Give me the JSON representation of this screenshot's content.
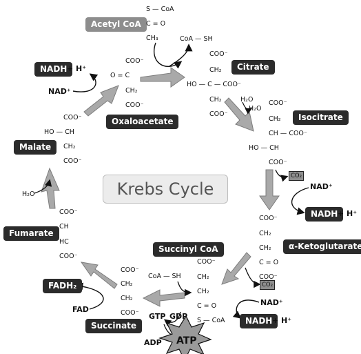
{
  "title": "Krebs Cycle",
  "compounds": {
    "acetyl_coa": "Acetyl CoA",
    "citrate": "Citrate",
    "isocitrate": "Isocitrate",
    "akg": "α-Ketoglutarate",
    "succinyl_coa": "Succinyl CoA",
    "succinate": "Succinate",
    "fumarate": "Fumarate",
    "malate": "Malate",
    "oxaloacetate": "Oxaloacetate"
  },
  "cofactors": {
    "nadh": "NADH",
    "h_plus": "+ H⁺",
    "nad": "NAD⁺",
    "fadh2": "FADH₂",
    "fad": "FAD",
    "gtp": "GTP",
    "gdp": "GDP",
    "adp": "ADP",
    "atp": "ATP",
    "co2": "CO₂",
    "h2o": "H₂O",
    "coa_sh": "CoA — SH"
  },
  "structures": {
    "acetyl": [
      "S — CoA",
      "C = O",
      "CH₃"
    ],
    "citrate": [
      "COO⁻",
      "CH₂",
      "HO — C — COO⁻",
      "CH₂",
      "COO⁻"
    ],
    "isocitrate": [
      "COO⁻",
      "CH₂",
      "CH — COO⁻",
      "HO — CH",
      "COO⁻"
    ],
    "akg": [
      "COO⁻",
      "CH₂",
      "CH₂",
      "C = O",
      "COO⁻"
    ],
    "succinyl": [
      "COO⁻",
      "CH₂",
      "CH₂",
      "C = O",
      "S — CoA"
    ],
    "succinate": [
      "COO⁻",
      "CH₂",
      "CH₂",
      "COO⁻"
    ],
    "fumarate": [
      "COO⁻",
      "CH",
      "HC",
      "COO⁻"
    ],
    "malate": [
      "COO⁻",
      "HO — CH",
      "CH₂",
      "COO⁻"
    ],
    "oxaloacetate": [
      "COO⁻",
      "O = C",
      "CH₂",
      "COO⁻"
    ]
  }
}
